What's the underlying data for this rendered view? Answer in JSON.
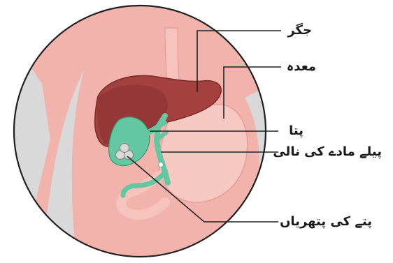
{
  "labels": {
    "liver": "جگر",
    "stomach": "معدہ",
    "gallbladder": "پتا",
    "bile_duct": "پیلے مادے کی نالی",
    "gallstones": "پتے کی پتھریاں"
  },
  "colors": {
    "background_skin": "#f2b3ad",
    "circle_outline": "#1f1f1f",
    "liver": "#a4413f",
    "liver_dark": "#87302f",
    "stomach": "#f8c9c3",
    "gallbladder": "#63c7a1",
    "stones": "#d9d9d9",
    "leader_line": "#222222"
  }
}
